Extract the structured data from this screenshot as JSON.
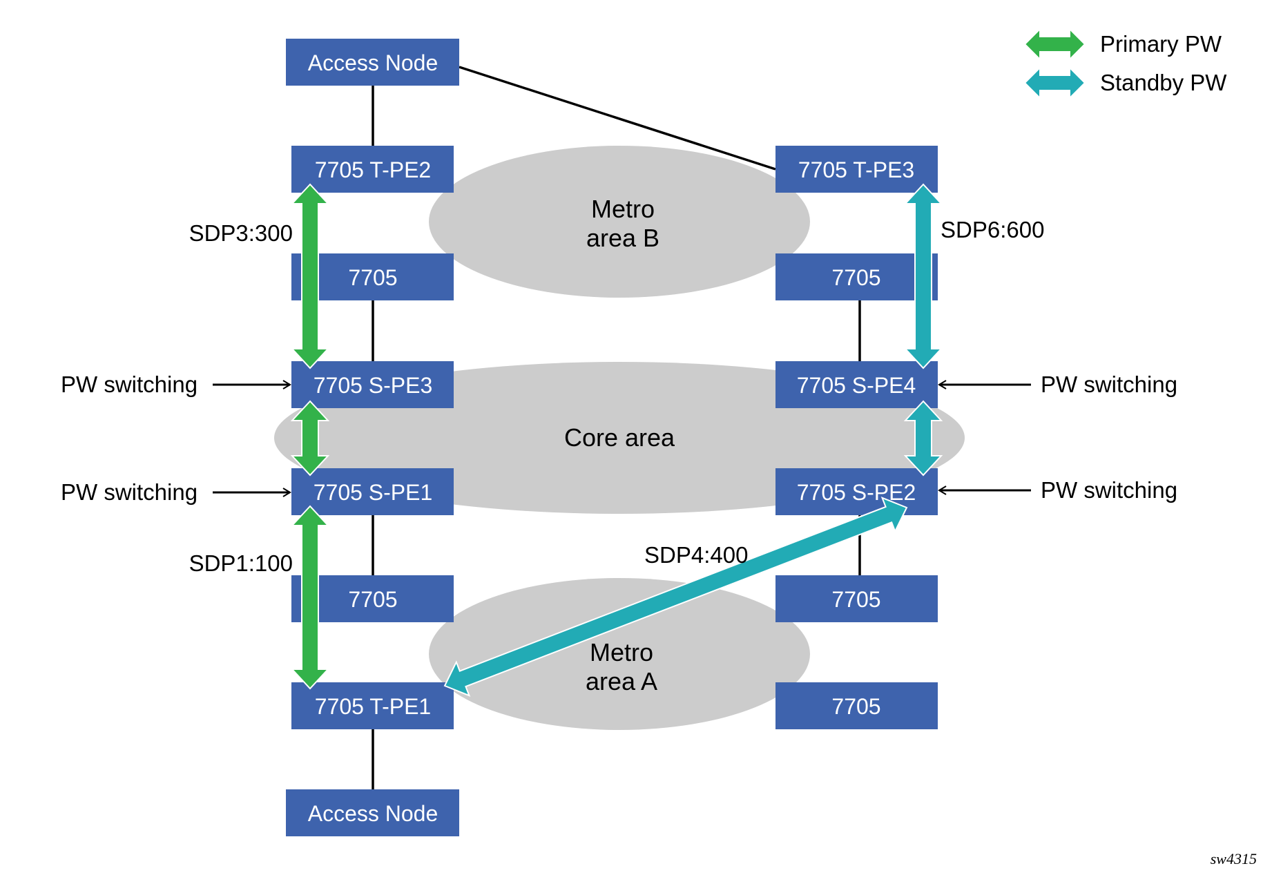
{
  "colors": {
    "node_fill": "#3E63AD",
    "area_fill": "#CCCCCC",
    "primary_pw": "#33B24A",
    "standby_pw": "#22ABB5",
    "link": "#000000"
  },
  "legend": {
    "primary": "Primary PW",
    "standby": "Standby PW"
  },
  "areas": {
    "metro_b": [
      "Metro",
      "area B"
    ],
    "core": "Core area",
    "metro_a": [
      "Metro",
      "area A"
    ]
  },
  "nodes": {
    "access_top": "Access Node",
    "tpe2": "7705 T-PE2",
    "left_7705_upper": "7705",
    "spe3": "7705 S-PE3",
    "spe1": "7705 S-PE1",
    "left_7705_lower": "7705",
    "tpe1": "7705 T-PE1",
    "access_bottom": "Access Node",
    "tpe3": "7705 T-PE3",
    "right_7705_upper": "7705",
    "spe4": "7705 S-PE4",
    "spe2": "7705 S-PE2",
    "right_7705_lower": "7705",
    "right_7705_bottom": "7705"
  },
  "sdp_labels": {
    "sdp3": "SDP3:300",
    "sdp1": "SDP1:100",
    "sdp6": "SDP6:600",
    "sdp4": "SDP4:400"
  },
  "pw_switching": {
    "spe3": "PW switching",
    "spe1": "PW switching",
    "spe4": "PW switching",
    "spe2": "PW switching"
  },
  "figure_id": "sw4315"
}
